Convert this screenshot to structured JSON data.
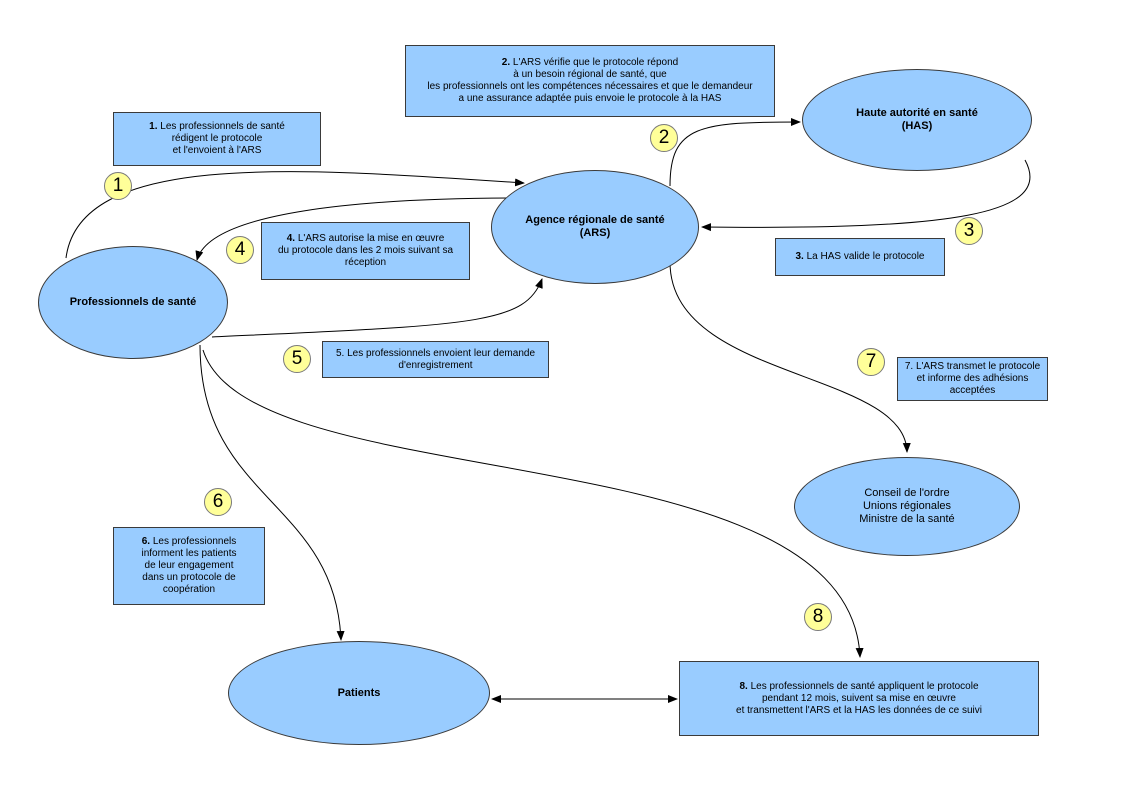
{
  "nodes": {
    "ars": [
      "Agence régionale de santé",
      "(ARS)"
    ],
    "has": [
      "Haute autorité en santé",
      "(HAS)"
    ],
    "pros": [
      "Professionnels de santé"
    ],
    "conseil": [
      "Conseil de l'ordre",
      "Unions régionales",
      "Ministre de la santé"
    ],
    "patients": [
      "Patients"
    ]
  },
  "steps": [
    {
      "number": "1",
      "label_num": "1.",
      "lines": [
        "Les professionnels de santé",
        "rédigent le protocole",
        "et l'envoient à l'ARS"
      ]
    },
    {
      "number": "2",
      "label_num": "2.",
      "lines": [
        "L'ARS vérifie que le protocole répond",
        "à un besoin régional de santé, que",
        "les professionnels ont les compétences nécessaires et que le demandeur",
        "a une assurance adaptée puis envoie le protocole à la HAS"
      ]
    },
    {
      "number": "3",
      "label_num": "3.",
      "lines": [
        "La HAS valide le protocole"
      ]
    },
    {
      "number": "4",
      "label_num": "4.",
      "lines": [
        "L'ARS autorise la mise en œuvre",
        "du protocole dans les 2 mois suivant sa",
        "réception"
      ]
    },
    {
      "number": "5",
      "label_num": "5.",
      "lines": [
        "Les professionnels envoient leur demande",
        "d'enregistrement"
      ]
    },
    {
      "number": "6",
      "label_num": "6.",
      "lines": [
        "Les professionnels",
        "informent les patients",
        "de leur engagement",
        "dans un protocole de",
        "coopération"
      ]
    },
    {
      "number": "7",
      "label_num": "7.",
      "lines": [
        "L'ARS transmet le protocole",
        "et informe des adhésions",
        "acceptées"
      ]
    },
    {
      "number": "8",
      "label_num": "8.",
      "lines": [
        "Les professionnels de santé appliquent le protocole",
        "pendant 12 mois, suivent sa mise en œuvre",
        "et transmettent l'ARS et la HAS les données de ce suivi"
      ]
    }
  ]
}
